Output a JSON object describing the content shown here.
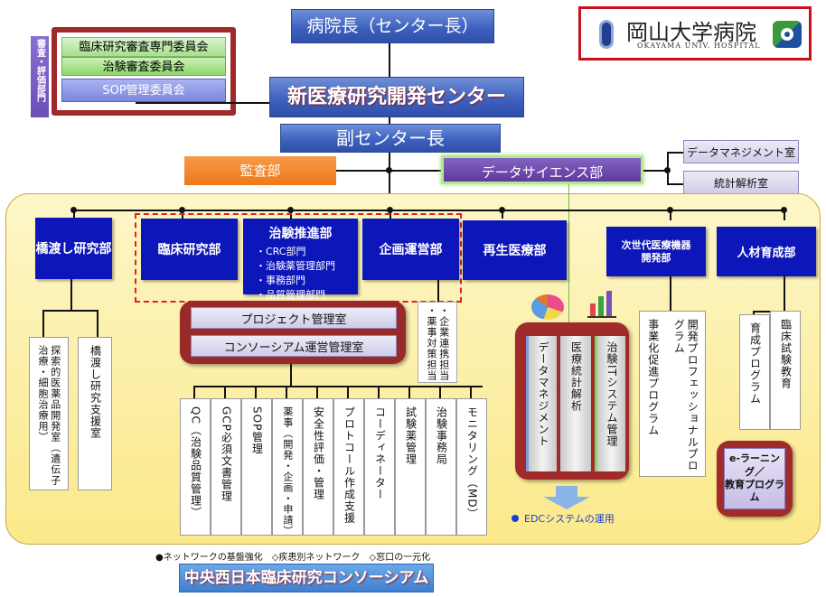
{
  "top": {
    "director": "病院長（センター長）",
    "center": "新医療研究開発センター",
    "vice": "副センター長",
    "audit": "監査部",
    "datascience": "データサイエンス部"
  },
  "logo": {
    "name": "岡山大学病院",
    "sub": "OKAYAMA UNIV. HOSPITAL"
  },
  "review": {
    "side_label": "審査・評価部門",
    "items": [
      "臨床研究審査専門委員会",
      "治験審査委員会",
      "SOP管理委員会"
    ]
  },
  "ds_units": [
    "データマネジメント室",
    "統計解析室"
  ],
  "departments": {
    "bridge": "橋渡し研究部",
    "clinical": "臨床研究部",
    "trial_title": "治験推進部",
    "trial_subs": [
      "・CRC部門",
      "・治験薬管理部門",
      "・事務部門",
      "・品質管理部門"
    ],
    "planning": "企画運営部",
    "regen": "再生医療部",
    "nextgen": "次世代医療機器\n開発部",
    "hr": "人材育成部"
  },
  "offices": {
    "project": "プロジェクト管理室",
    "consortium": "コンソーシアム運営管理室"
  },
  "planning_roles": "・企業連携担当\n・薬事対策担当",
  "bridge_units": [
    "探索的医薬品開発室（遺伝子治療・細胞治療用）",
    "橋渡し研究支援室"
  ],
  "trial_units": [
    "QC（治験品質管理）",
    "GCP必須文書管理",
    "SOP管理",
    "薬事（開発・企画・申請）",
    "安全性評価・管理",
    "プロトコール作成支援",
    "コーディネーター",
    "試験薬管理",
    "治験事務局",
    "モニタリング（MD）"
  ],
  "data_units": [
    "データマネジメント",
    "医療統計解析",
    "治験ITシステム管理"
  ],
  "edc": "EDCシステムの運用",
  "nextgen_units": [
    "事業化促進プログラム",
    "開発プロフェッショナルプログラム"
  ],
  "hr_units": [
    "育成プログラム",
    "臨床試験教育"
  ],
  "elearning": "e-ラーニング／\n教育プログラム",
  "network": {
    "line": "●ネットワークの基盤強化　◇疾患別ネットワーク　◇窓口の一元化",
    "banner": "中央西日本臨床研究コンソーシアム"
  },
  "colors": {
    "navy": "#0d16b8",
    "panel": "#fdf5c2",
    "audit": "#f07c23",
    "datascience": "#6a44a6",
    "review_frame": "#a0282a",
    "logo_border": "#c8101e"
  }
}
